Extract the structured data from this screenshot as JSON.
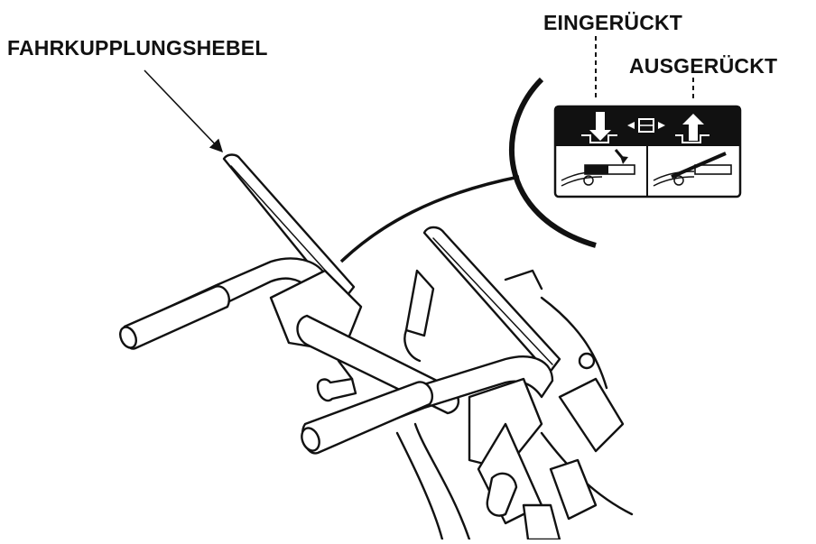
{
  "labels": {
    "lever": "FAHRKUPPLUNGSHEBEL",
    "engaged": "EINGERÜCKT",
    "disengaged": "AUSGERÜCKT"
  },
  "colors": {
    "ink": "#111111",
    "background": "#ffffff",
    "decal_band": "#111111",
    "decal_panel": "#ffffff"
  }
}
